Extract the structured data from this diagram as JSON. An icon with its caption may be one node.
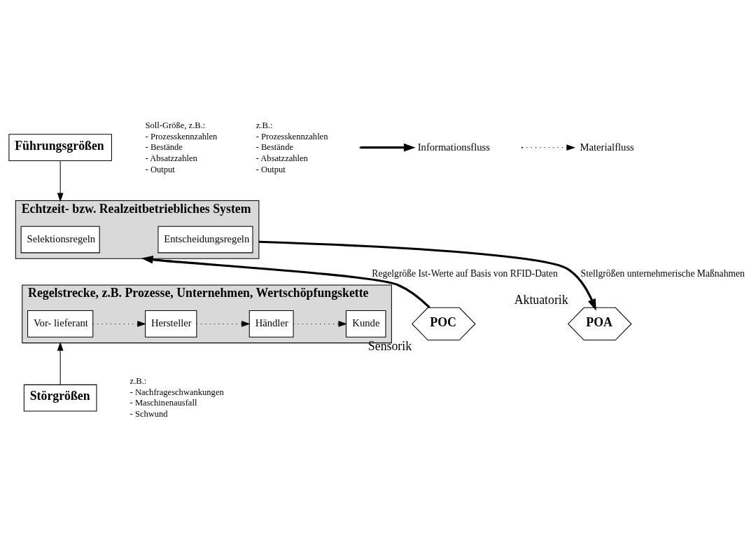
{
  "diagram": {
    "nodes": [
      {
        "text": [
          "Führungsgrößen"
        ]
      },
      {
        "text": [
          "Echtzeit- bzw. Realzeitbetriebliches System"
        ]
      },
      {
        "text": [
          "Selektionsregeln"
        ],
        "in": 1
      },
      {
        "text": [
          "Entscheidungsregeln"
        ],
        "in": 1
      },
      {
        "text": [
          "Regelstrecke, z.B. Prozesse, Unternehmen, Wertschöpfungskette"
        ]
      },
      {
        "text": [
          "Vor- lieferant"
        ],
        "in": 4
      },
      {
        "text": [
          "Hersteller"
        ],
        "in": 4
      },
      {
        "text": [
          "Händler"
        ],
        "in": 4
      },
      {
        "text": [
          "Kunde"
        ],
        "in": 4
      },
      {
        "text": [
          "POC"
        ],
        "beside": [
          "Sensorik"
        ]
      },
      {
        "text": [
          "POA"
        ],
        "beside": [
          "Aktuatorik"
        ]
      },
      {
        "text": [
          "Störgrößen"
        ]
      }
    ],
    "edges": [
      {
        "from": 0,
        "to": 1,
        "arrow": "to"
      },
      {
        "from": 9,
        "to": 1,
        "arrow": "to",
        "label": "Regelgröße Ist-Werte auf Basis von RFID-Daten",
        "style": "thick"
      },
      {
        "from": 1,
        "to": 10,
        "arrow": "to",
        "label": "Stellgrößen unternehmerische Maßnahmen",
        "style": "thick"
      },
      {
        "from": 5,
        "to": 6,
        "arrow": "to",
        "style": "dashed"
      },
      {
        "from": 6,
        "to": 7,
        "arrow": "to",
        "style": "dashed"
      },
      {
        "from": 7,
        "to": 8,
        "arrow": "to",
        "style": "dashed"
      },
      {
        "from": 11,
        "to": 4,
        "arrow": "to"
      }
    ],
    "labels": [
      "Soll-Größe, z.B.:",
      "- Prozesskennzahlen",
      "- Bestände",
      "- Absatzzahlen",
      "- Output",
      "z.B.:",
      "- Prozesskennzahlen",
      "- Bestände",
      "- Absatzzahlen",
      "- Output",
      "z.B.:",
      "- Nachfrageschwankungen",
      "- Maschinenausfall",
      "- Schwund"
    ],
    "legend": [
      {
        "text": "Informationsfluss"
      },
      {
        "text": "Materialfluss"
      }
    ]
  }
}
